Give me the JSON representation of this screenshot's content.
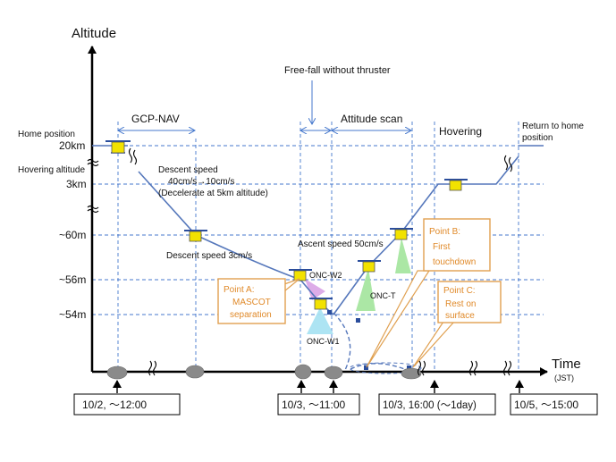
{
  "axes": {
    "y_title": "Altitude",
    "x_title": "Time",
    "x_unit": "(JST)"
  },
  "altitude_labels": {
    "home_position": "Home position",
    "km20": "20km",
    "hovering_altitude": "Hovering altitude",
    "km3": "3km",
    "m60": "~60m",
    "m56": "~56m",
    "m54": "~54m"
  },
  "phases": {
    "gcp_nav": "GCP-NAV",
    "freefall": "Free-fall without thruster",
    "attitude_scan": "Attitude scan",
    "hovering": "Hovering",
    "return_line1": "Return to home",
    "return_line2": "position"
  },
  "annotations": {
    "descent_speed_title": "Descent speed",
    "descent_speed_values": "40cm/s→10cm/s",
    "descent_speed_note": "(Decelerate at 5km altitude)",
    "descent_speed_3": "Descent speed 3cm/s",
    "ascent_speed": "Ascent speed 50cm/s",
    "onc_w2": "ONC-W2",
    "onc_w1": "ONC-W1",
    "onc_t": "ONC-T"
  },
  "callouts": {
    "point_a_title": "Point A:",
    "point_a_line1": "MASCOT",
    "point_a_line2": "separation",
    "point_b_title": "Point B:",
    "point_b_line1": "First",
    "point_b_line2": "touchdown",
    "point_c_title": "Point C:",
    "point_c_line1": "Rest on",
    "point_c_line2": "surface"
  },
  "time_labels": {
    "t1": "10/2, ～12:00",
    "t2": "10/3, ～11:00",
    "t3": "10/3, 16:00 (～1day)",
    "t4": "10/5, ～15:00"
  },
  "colors": {
    "trajectory": "#5577bb",
    "grid": "#4477cc",
    "callout_border": "#e0a050",
    "callout_text": "#e08a2a",
    "spacecraft": "#f2e200",
    "onc_w2_cone": "#cc88dd",
    "onc_w1_cone": "#88d8ee",
    "onc_t_cone": "#88dd88"
  }
}
